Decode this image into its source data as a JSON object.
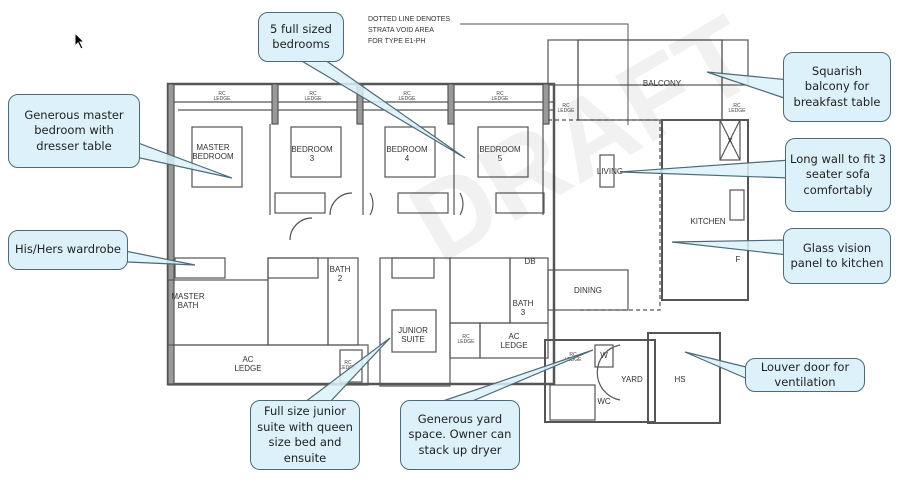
{
  "note": {
    "lines": [
      "DOTTED LINE DENOTES",
      "STRATA VOID AREA",
      "FOR TYPE E1-PH"
    ]
  },
  "rooms": {
    "master_bedroom": [
      "MASTER",
      "BEDROOM"
    ],
    "bedroom3": [
      "BEDROOM",
      "3"
    ],
    "bedroom4": [
      "BEDROOM",
      "4"
    ],
    "bedroom5": [
      "BEDROOM",
      "5"
    ],
    "master_bath": [
      "MASTER",
      "BATH"
    ],
    "bath2": [
      "BATH",
      "2"
    ],
    "bath3": [
      "BATH",
      "3"
    ],
    "junior_suite": [
      "JUNIOR",
      "SUITE"
    ],
    "dining": "DINING",
    "living": "LIVING",
    "kitchen": "KITCHEN",
    "balcony": "BALCONY",
    "yard": "YARD",
    "hs": "HS",
    "wc": "WC",
    "db": "DB",
    "w": "W",
    "f": "F",
    "x": "X",
    "ac_ledge": [
      "AC",
      "LEDGE"
    ],
    "rc_ledge": [
      "RC",
      "LEDGE"
    ]
  },
  "callouts": {
    "bedrooms": "5 full sized bedrooms",
    "master": "Generous master bedroom with dresser table",
    "wardrobe": "His/Hers wardrobe",
    "balcony": "Squarish balcony for breakfast table",
    "long_wall": "Long wall to fit 3 seater sofa comfortably",
    "glass": "Glass vision panel to kitchen",
    "louver": "Louver door for ventilation",
    "junior": "Full size junior suite with queen size bed and ensuite",
    "yard": "Generous yard space. Owner can stack up dryer"
  },
  "colors": {
    "callout_fill": "#dcf1fa",
    "callout_border": "#4d6a78",
    "wall": "#555555"
  }
}
